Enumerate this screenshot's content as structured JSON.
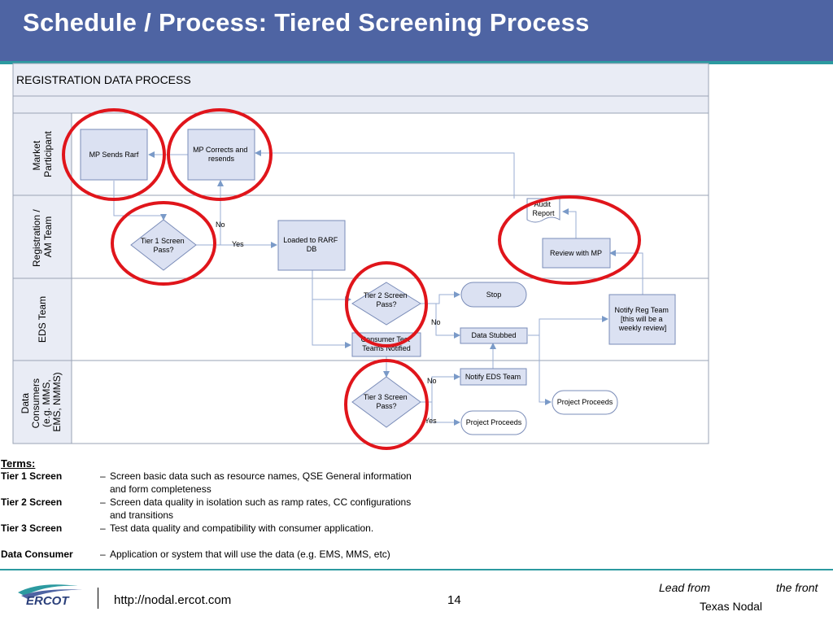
{
  "header": {
    "title": "Schedule / Process: Tiered Screening Process"
  },
  "diagram": {
    "process_title": "REGISTRATION DATA PROCESS",
    "lanes": [
      {
        "lines": [
          "Market",
          "Participant"
        ]
      },
      {
        "lines": [
          "Registration /",
          "AM Team"
        ]
      },
      {
        "lines": [
          "EDS Team"
        ]
      },
      {
        "lines": [
          "Data",
          "Consumers",
          "(e.g. MMS,",
          "EMS, NMMS)"
        ]
      }
    ],
    "nodes": {
      "mp_sends": [
        "MP Sends Rarf"
      ],
      "mp_corrects": [
        "MP Corrects and",
        "resends"
      ],
      "tier1": [
        "Tier 1 Screen",
        "Pass?"
      ],
      "loaded": [
        "Loaded to RARF",
        "DB"
      ],
      "audit": [
        "Audit",
        "Report"
      ],
      "review": [
        "Review with MP"
      ],
      "tier2": [
        "Tier 2 Screen",
        "Pass?"
      ],
      "stop": [
        "Stop"
      ],
      "consumer_test": [
        "Consumer Test",
        "Teams Notified"
      ],
      "data_stubbed": [
        "Data Stubbed"
      ],
      "notify_reg": [
        "Notify Reg Team",
        "[this will be a",
        "weekly review]"
      ],
      "tier3": [
        "Tier 3 Screen",
        "Pass?"
      ],
      "notify_eds": [
        "Notify EDS Team"
      ],
      "proceeds1": [
        "Project Proceeds"
      ],
      "proceeds2": [
        "Project Proceeds"
      ]
    },
    "labels": {
      "t1_no": "No",
      "t1_yes": "Yes",
      "t2_no": "No",
      "t3_no": "No",
      "t3_yes": "Yes"
    },
    "colors": {
      "highlight": "#e0151b",
      "node_fill": "#dbe1f2",
      "node_stroke": "#7a8cb8",
      "arrow": "#7a9ac8",
      "header": "#4e64a3",
      "accent": "#2c9aa0"
    }
  },
  "terms": {
    "title": "Terms:",
    "items": [
      {
        "name": "Tier 1 Screen",
        "dash": "–",
        "desc": "Screen basic data such as resource names, QSE General information and form completeness"
      },
      {
        "name": "Tier 2 Screen",
        "dash": "–",
        "desc": "Screen data quality in isolation such as ramp rates, CC configurations and transitions"
      },
      {
        "name": "Tier 3 Screen",
        "dash": "–",
        "desc": "Test data quality and compatibility with consumer application."
      },
      {
        "name": "Data Consumer",
        "dash": "–",
        "desc": "Application or system that will use the data (e.g. EMS, MMS, etc)"
      }
    ]
  },
  "footer": {
    "logo_text": "ERCOT",
    "url": "http://nodal.ercot.com",
    "page": "14",
    "tagline_a": "Lead from",
    "tagline_b": "the front",
    "tagline_c": "Texas Nodal"
  }
}
